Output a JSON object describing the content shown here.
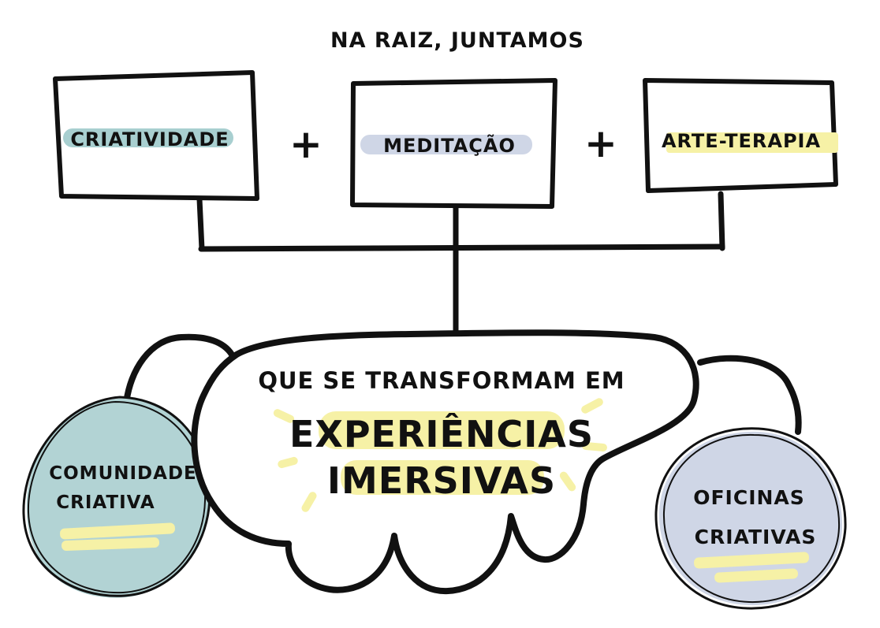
{
  "title": "NA RAIZ, JUNTAMOS",
  "inputs": [
    {
      "label": "CRIATIVIDADE",
      "highlight": "#a8cfd0"
    },
    {
      "label": "MEDITAÇÃO",
      "highlight": "#cfd6e6"
    },
    {
      "label": "ARTE-TERAPIA",
      "highlight": "#f6f1a6"
    }
  ],
  "operators": [
    "+",
    "+"
  ],
  "center": {
    "line1": "QUE SE TRANSFORMAM EM",
    "line2": "EXPERIÊNCIAS",
    "line3": "IMERSIVAS",
    "highlight": "#f6f1a6"
  },
  "outputs": [
    {
      "line1": "COMUNIDADE",
      "line2": "CRIATIVA",
      "fill": "#b2d3d4"
    },
    {
      "line1": "OFICINAS",
      "line2": "CRIATIVAS",
      "fill": "#cfd6e6"
    }
  ],
  "colors": {
    "ink": "#111111",
    "sparkle": "#f6f1a6"
  }
}
